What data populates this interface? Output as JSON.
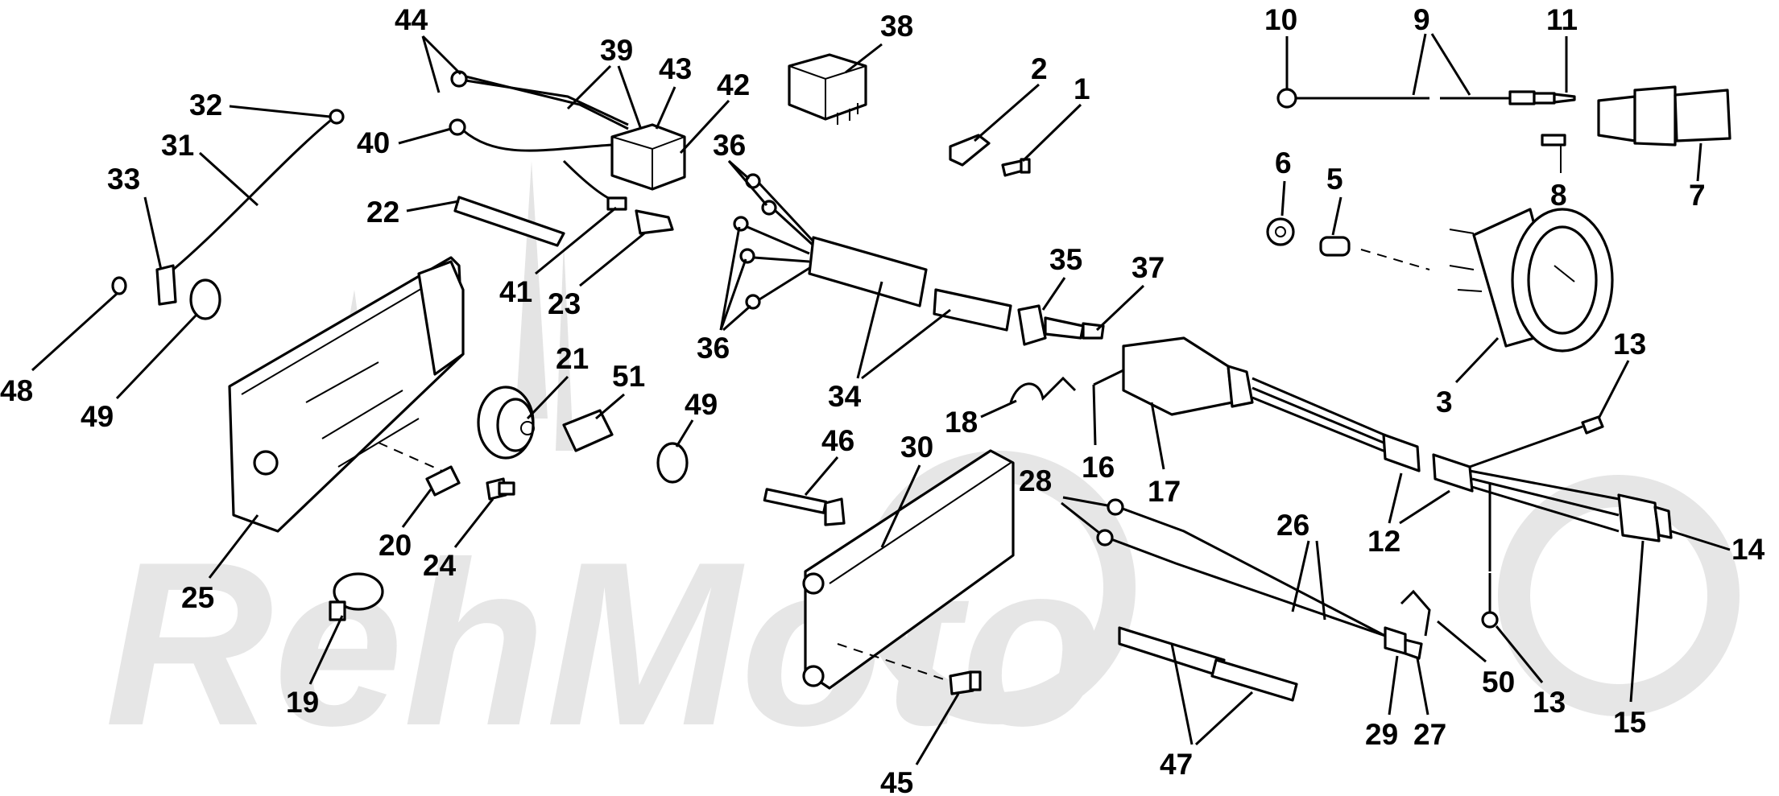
{
  "watermark": {
    "label": "RehMoto"
  },
  "callouts": {
    "c1": "1",
    "c2": "2",
    "c3": "3",
    "c5": "5",
    "c6": "6",
    "c7": "7",
    "c8": "8",
    "c9": "9",
    "c10": "10",
    "c11": "11",
    "c12": "12",
    "c13a": "13",
    "c13b": "13",
    "c14": "14",
    "c15": "15",
    "c16": "16",
    "c17": "17",
    "c18": "18",
    "c19": "19",
    "c20": "20",
    "c21": "21",
    "c22": "22",
    "c23": "23",
    "c24": "24",
    "c25": "25",
    "c26": "26",
    "c27": "27",
    "c28": "28",
    "c29": "29",
    "c30": "30",
    "c31": "31",
    "c32": "32",
    "c33": "33",
    "c34": "34",
    "c35": "35",
    "c36a": "36",
    "c36b": "36",
    "c37": "37",
    "c38": "38",
    "c39": "39",
    "c40": "40",
    "c41": "41",
    "c42": "42",
    "c43": "43",
    "c44": "44",
    "c45": "45",
    "c46": "46",
    "c47": "47",
    "c48": "48",
    "c49a": "49",
    "c49b": "49",
    "c50": "50",
    "c51": "51"
  }
}
